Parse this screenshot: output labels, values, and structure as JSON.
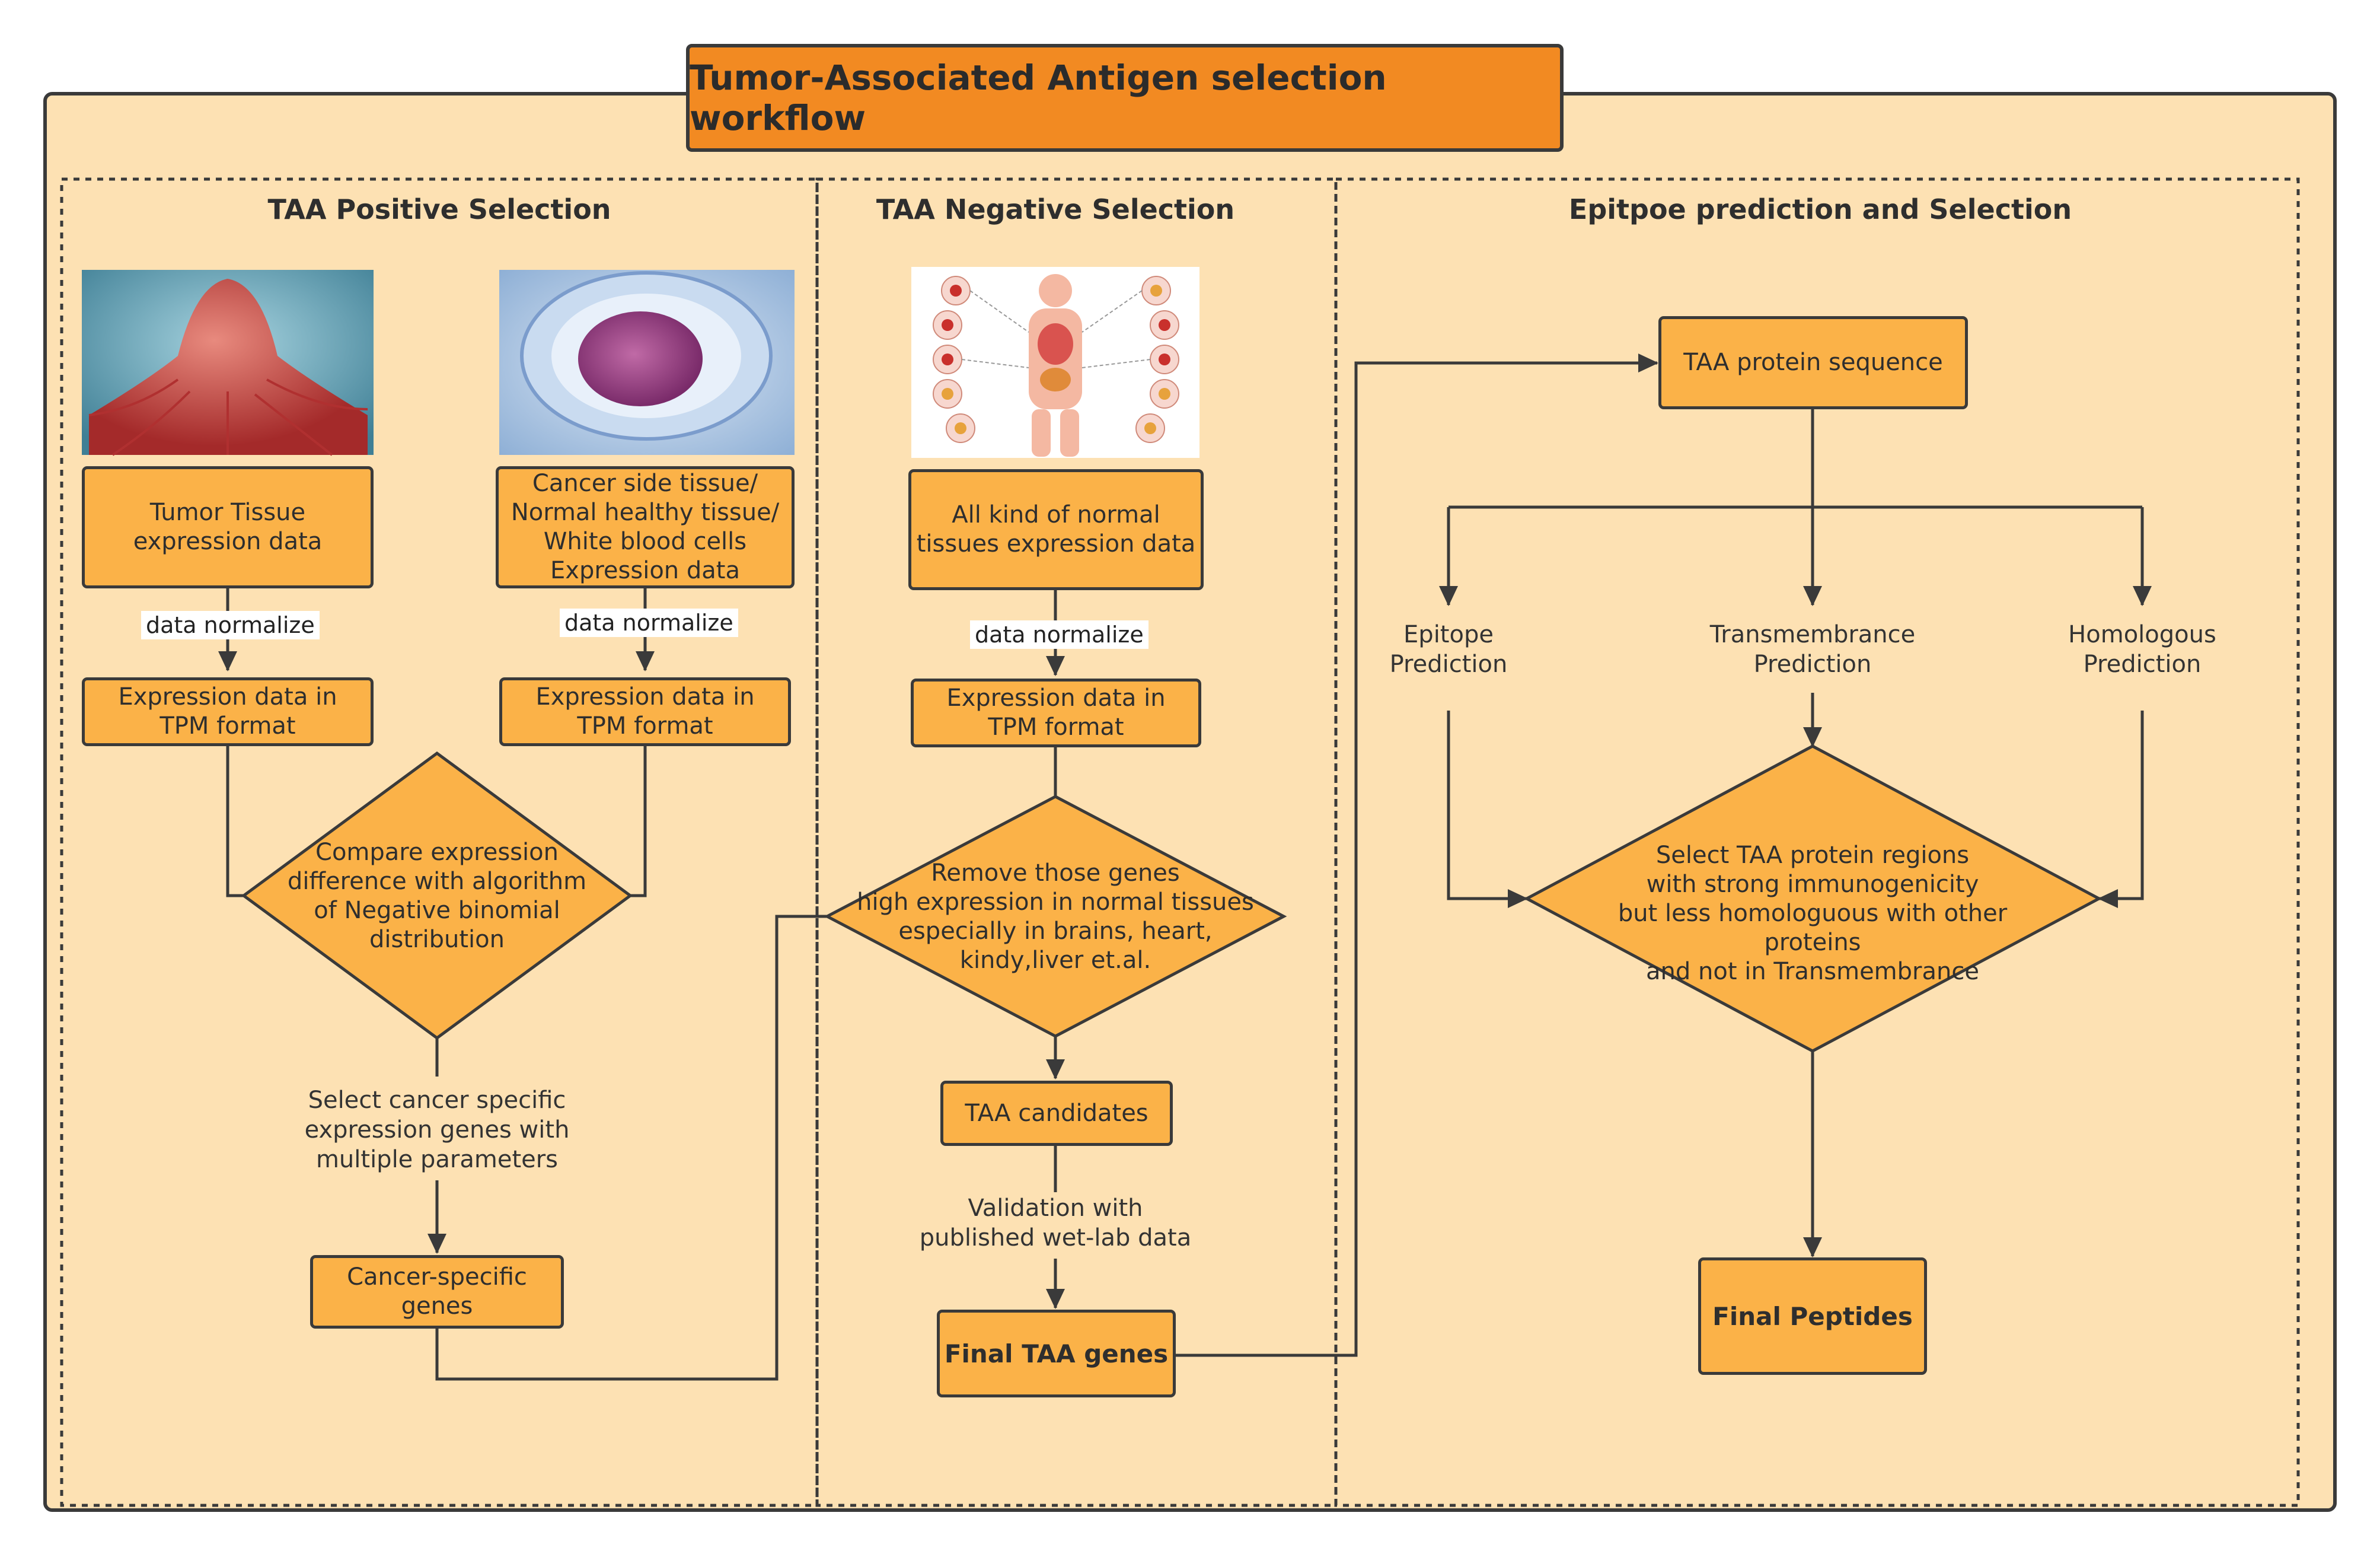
{
  "title": "Tumor-Associated Antigen selection workflow",
  "sections": {
    "positive": "TAA Positive Selection",
    "negative": "TAA Negative Selection",
    "epitope": "Epitpoe prediction and  Selection"
  },
  "positive": {
    "tumor_tissue": "Tumor Tissue\nexpression data",
    "normal_tissue": "Cancer side tissue/\nNormal healthy tissue/\nWhite blood cells\nExpression data",
    "normalize_left": "data normalize",
    "normalize_right": "data normalize",
    "tpm_left": "Expression data in\nTPM format",
    "tpm_right": "Expression data in\nTPM format",
    "compare": "Compare expression\ndifference with algorithm\nof Negative binomial\ndistribution",
    "select_label": "Select cancer specific\nexpression genes with\nmultiple parameters",
    "cancer_specific": "Cancer-specific\ngenes"
  },
  "negative": {
    "normal_tissues": "All kind of normal\ntissues expression data",
    "normalize": "data normalize",
    "tpm": "Expression data in\nTPM format",
    "remove": "Remove those genes\nhigh expression in normal tissues\nespecially in brains, heart,\nkindy,liver et.al.",
    "candidates": "TAA candidates",
    "validation": "Validation with\npublished wet-lab data",
    "final_genes": "Final TAA genes"
  },
  "epitope": {
    "protein_sequence": "TAA protein sequence",
    "epitope_prediction": "Epitope\nPrediction",
    "transmembrance_prediction": "Transmembrance\nPrediction",
    "homologous_prediction": "Homologous\nPrediction",
    "select_regions": "Select TAA protein regions\nwith strong immunogenicity\nbut less homologuous with  other proteins\nand not in Transmembrance",
    "final_peptides": "Final Peptides"
  },
  "colors": {
    "background_panel": "#fde1b3",
    "box_fill": "#fbb248",
    "title_fill": "#f28a22",
    "line": "#3a3a3a"
  }
}
